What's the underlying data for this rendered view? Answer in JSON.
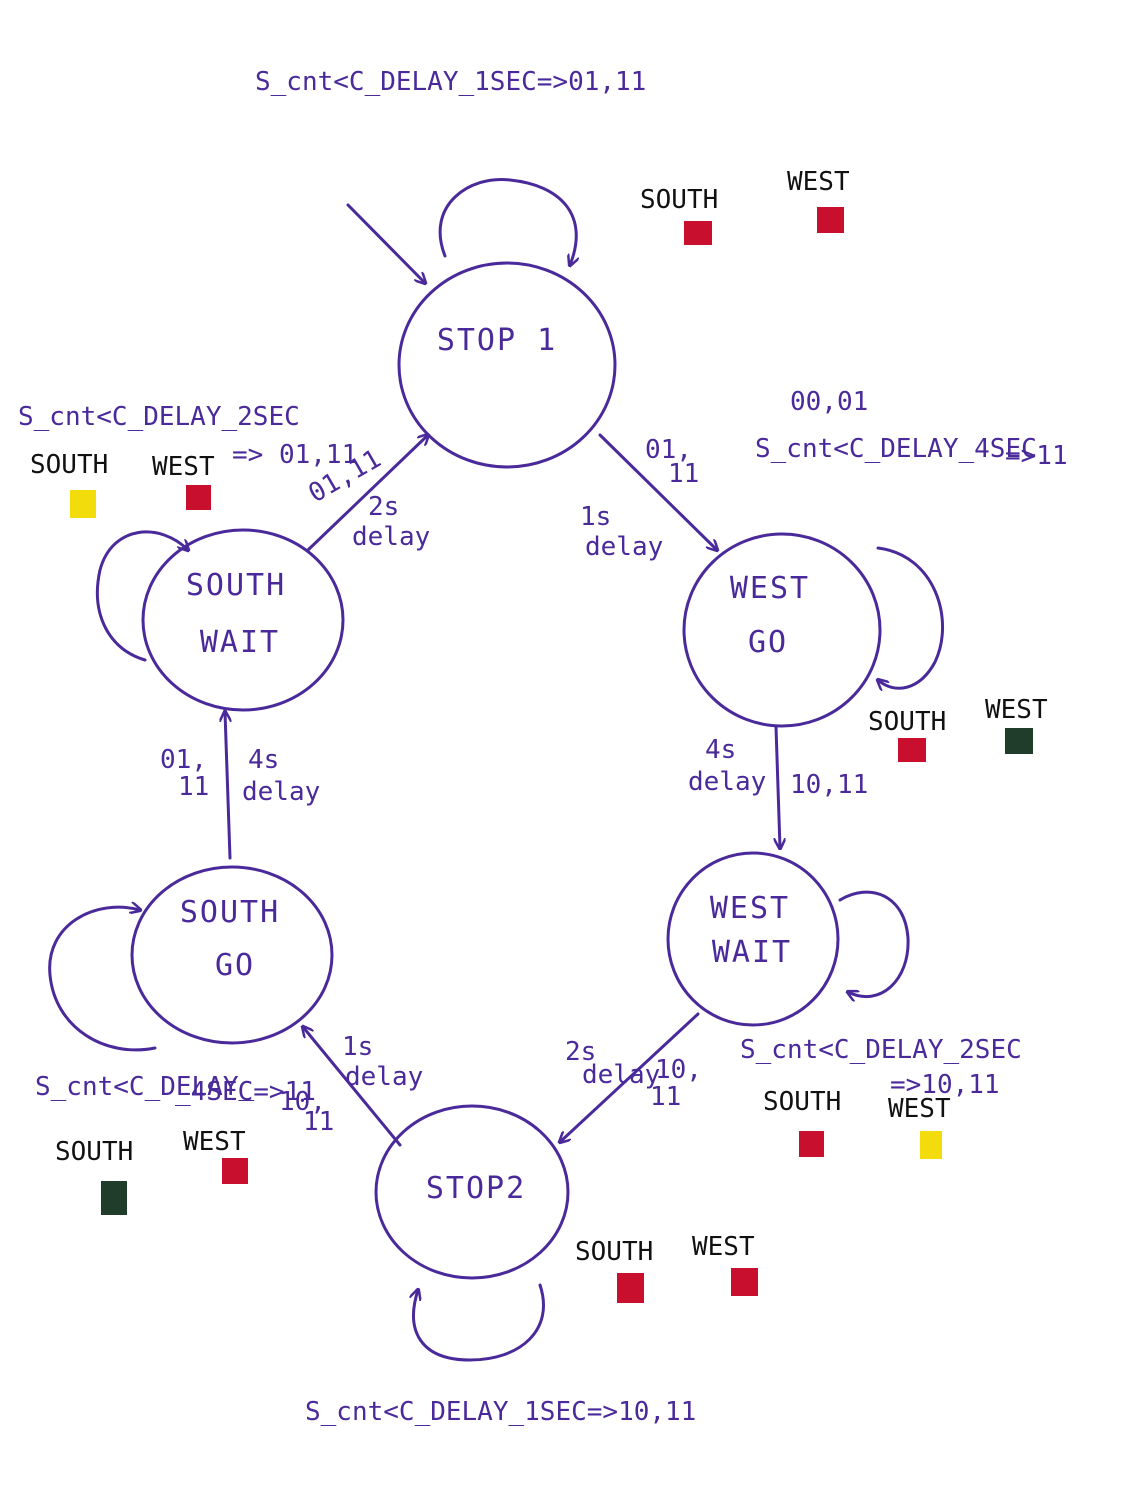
{
  "colors": {
    "ink": "#4a2a9a",
    "black_ink": "#1a1a1a",
    "red": "#c8102e",
    "yellow": "#f2dc0c",
    "green": "#1f3d2a"
  },
  "states": {
    "stop1": "STOP 1",
    "west_go": [
      "WEST",
      "GO"
    ],
    "west_wait": [
      "WEST",
      "WAIT"
    ],
    "stop2": "STOP2",
    "south_go": [
      "SOUTH",
      "GO"
    ],
    "south_wait": [
      "SOUTH",
      "WAIT"
    ]
  },
  "conditions": {
    "stop1_loop": "S_cnt<C_DELAY_1SEC=>01,11",
    "stop1_to_westgo_codes": [
      "01,",
      "11"
    ],
    "stop1_to_westgo_delay": [
      "1s",
      "delay"
    ],
    "westgo_loop_codes": "00,01",
    "westgo_loop_line1": "S_cnt<C_DELAY_4SEC",
    "westgo_loop_line2": "=>11",
    "westgo_to_westwait_delay": [
      "4s",
      "delay"
    ],
    "westgo_to_westwait_codes": "10,11",
    "westwait_loop_line1": "S_cnt<C_DELAY_2SEC",
    "westwait_loop_line2": "=>10,11",
    "westwait_to_stop2_delay": [
      "2s",
      "delay"
    ],
    "westwait_to_stop2_codes": [
      "10,",
      "11"
    ],
    "stop2_loop": "S_cnt<C_DELAY_1SEC=>10,11",
    "stop2_to_southgo_delay": [
      "1s",
      "delay"
    ],
    "stop2_to_southgo_codes": [
      "10,",
      "11"
    ],
    "southgo_loop_line1": "S_cnt<C_DELAY_",
    "southgo_loop_line2": "_4SEC=>11",
    "southgo_to_southwait_codes": [
      "01,",
      "11"
    ],
    "southgo_to_southwait_delay": [
      "4s",
      "delay"
    ],
    "southwait_loop_line1": "S_cnt<C_DELAY_2SEC",
    "southwait_loop_line2": "=> 01,11",
    "southwait_to_stop1_codes": "01,11",
    "southwait_to_stop1_delay": [
      "2s",
      "delay"
    ]
  },
  "lights": {
    "south_label": "SOUTH",
    "west_label": "WEST",
    "stop1": {
      "south": "red",
      "west": "red"
    },
    "west_go": {
      "south": "red",
      "west": "green"
    },
    "west_wait": {
      "south": "red",
      "west": "yellow"
    },
    "stop2": {
      "south": "red",
      "west": "red"
    },
    "south_go": {
      "south": "green",
      "west": "red"
    },
    "south_wait": {
      "south": "yellow",
      "west": "red"
    }
  }
}
